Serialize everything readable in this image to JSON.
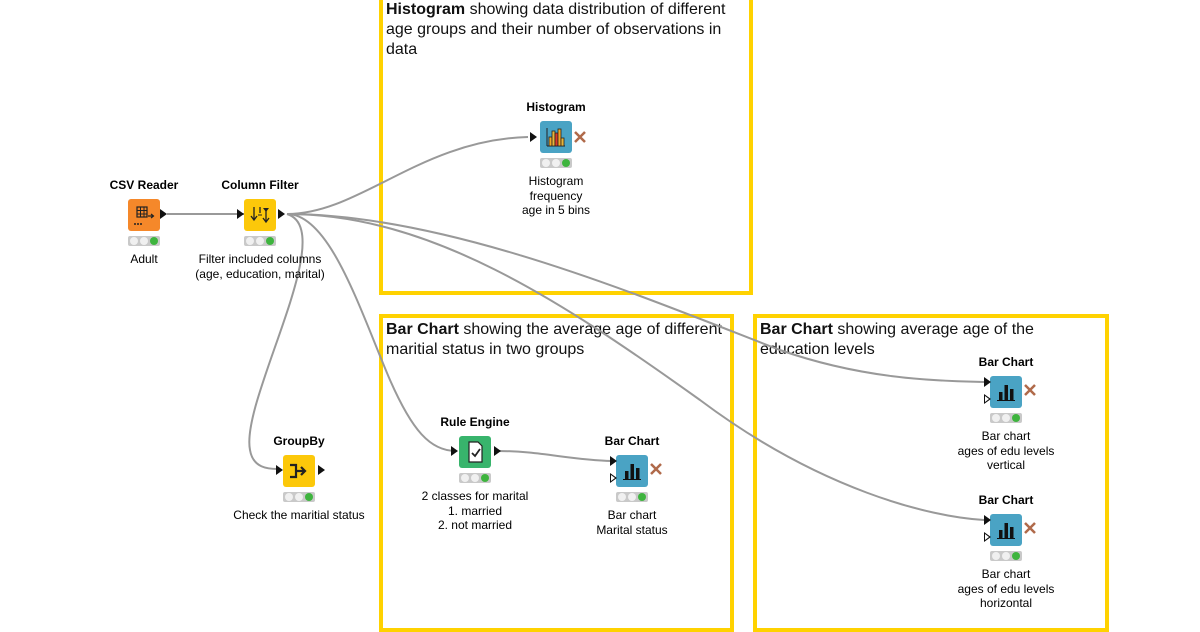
{
  "annotations": [
    {
      "id": "hist",
      "title": "Histogram",
      "text": " showing data distribution of different age groups and their number of observations in data"
    },
    {
      "id": "bar1",
      "title": "Bar Chart",
      "text": " showing the average age of different maritial status in two groups"
    },
    {
      "id": "bar2",
      "title": "Bar Chart",
      "text": " showing average age of the education levels"
    }
  ],
  "nodes": {
    "csv": {
      "title": "CSV Reader",
      "desc": [
        "Adult"
      ],
      "color": "#f5882a"
    },
    "colf": {
      "title": "Column Filter",
      "desc": [
        "Filter included columns",
        "(age, education, marital)"
      ],
      "color": "#fcc80a"
    },
    "hist": {
      "title": "Histogram",
      "desc": [
        "Histogram",
        "frequency",
        "age in  5 bins"
      ],
      "color": "#4aa3c4"
    },
    "group": {
      "title": "GroupBy",
      "desc": [
        "Check the maritial status"
      ],
      "color": "#fcc80a"
    },
    "rule": {
      "title": "Rule Engine",
      "desc": [
        "2 classes for marital",
        "1. married",
        "2. not married"
      ],
      "color": "#38b46c"
    },
    "bar1": {
      "title": "Bar Chart",
      "desc": [
        "Bar chart",
        "Marital status"
      ],
      "color": "#4aa3c4"
    },
    "bar2": {
      "title": "Bar Chart",
      "desc": [
        "Bar chart",
        "ages of edu levels",
        "vertical"
      ],
      "color": "#4aa3c4"
    },
    "bar3": {
      "title": "Bar Chart",
      "desc": [
        "Bar chart",
        "ages of edu levels",
        "horizontal"
      ],
      "color": "#4aa3c4"
    }
  },
  "icons": {
    "csv": "table-reader-icon",
    "colf": "column-filter-icon",
    "hist": "histogram-icon",
    "group": "groupby-icon",
    "rule": "rule-engine-icon",
    "bar": "bar-chart-icon"
  },
  "colors": {
    "annotation_border": "#ffd200",
    "edge": "#999999",
    "status_green": "#3eb43e"
  }
}
